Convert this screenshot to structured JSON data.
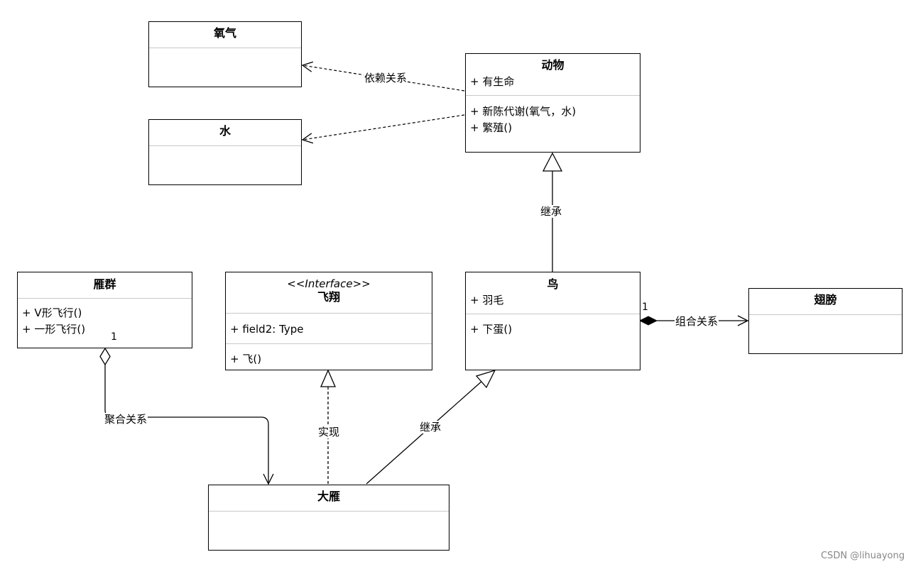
{
  "classes": {
    "oxygen": {
      "name": "氧气"
    },
    "water": {
      "name": "水"
    },
    "animal": {
      "name": "动物",
      "attributes": [
        "+ 有生命"
      ],
      "methods": [
        "+ 新陈代谢(氧气，水)",
        "+ 繁殖()"
      ]
    },
    "goose_flock": {
      "name": "雁群",
      "methods": [
        "+ V形飞行()",
        "+ 一形飞行()"
      ]
    },
    "fly_interface": {
      "stereotype": "<<Interface>>",
      "name": "飞翔",
      "attributes": [
        "+ field2: Type"
      ],
      "methods": [
        "+ 飞()"
      ]
    },
    "bird": {
      "name": "鸟",
      "attributes": [
        "+ 羽毛"
      ],
      "methods": [
        "+ 下蛋()"
      ]
    },
    "wing": {
      "name": "翅膀"
    },
    "wild_goose": {
      "name": "大雁"
    }
  },
  "relations": {
    "dependency": "依赖关系",
    "inherit_bird": "继承",
    "composition": "组合关系",
    "composition_mult": "1",
    "aggregation": "聚合关系",
    "aggregation_mult": "1",
    "realization": "实现",
    "inherit_goose": "继承"
  },
  "watermark": "CSDN @lihuayong"
}
